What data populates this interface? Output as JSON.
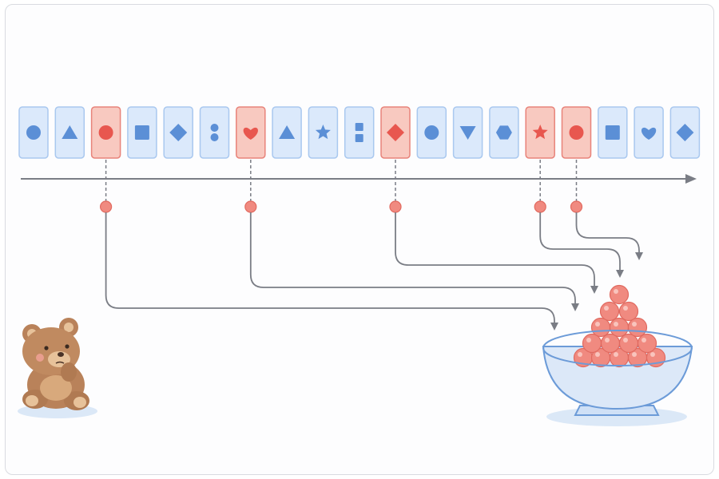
{
  "diagram": {
    "cards": [
      {
        "shape": "circle",
        "highlighted": false
      },
      {
        "shape": "triangle",
        "highlighted": false
      },
      {
        "shape": "circle",
        "highlighted": true
      },
      {
        "shape": "square",
        "highlighted": false
      },
      {
        "shape": "diamond",
        "highlighted": false
      },
      {
        "shape": "two-dots",
        "highlighted": false
      },
      {
        "shape": "heart",
        "highlighted": true
      },
      {
        "shape": "triangle",
        "highlighted": false
      },
      {
        "shape": "star",
        "highlighted": false
      },
      {
        "shape": "two-squares",
        "highlighted": false
      },
      {
        "shape": "diamond",
        "highlighted": true
      },
      {
        "shape": "circle",
        "highlighted": false
      },
      {
        "shape": "triangle-down",
        "highlighted": false
      },
      {
        "shape": "hexagon",
        "highlighted": false
      },
      {
        "shape": "star",
        "highlighted": true
      },
      {
        "shape": "circle",
        "highlighted": true
      },
      {
        "shape": "square",
        "highlighted": false
      },
      {
        "shape": "heart",
        "highlighted": false
      },
      {
        "shape": "diamond",
        "highlighted": false
      }
    ],
    "collected_ball_count": 15,
    "characters": [
      "teddy-bear-icon",
      "bowl-icon"
    ],
    "colors": {
      "card_fill": "#dbe9fb",
      "card_border": "#a9c8ef",
      "shape_blue": "#5b8fd6",
      "highlight_fill": "#f8c9c0",
      "highlight_border": "#e8837a",
      "shape_red": "#e8574f",
      "ball": "#f08a80",
      "line": "#7a7d85",
      "bowl": "#dce8f8",
      "bowl_stroke": "#6c9bd8",
      "bear": "#b9825a"
    }
  }
}
